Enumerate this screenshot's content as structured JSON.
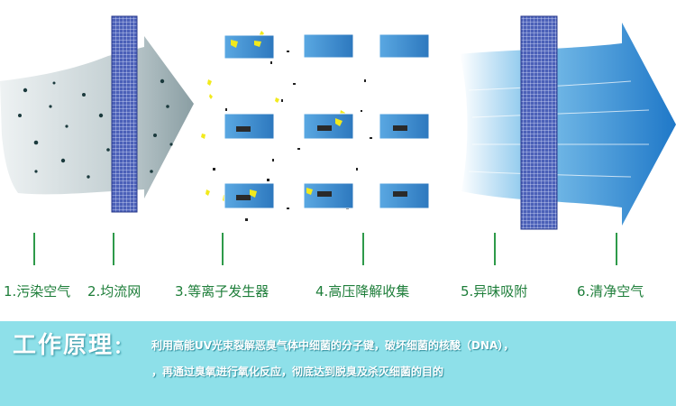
{
  "stages": [
    {
      "label": "1.污染空气"
    },
    {
      "label": "2.均流网"
    },
    {
      "label": "3.等离子发生器"
    },
    {
      "label": "4.高压降解收集"
    },
    {
      "label": "5.异味吸附"
    },
    {
      "label": "6.清净空气"
    }
  ],
  "principle": {
    "title": "工作原理",
    "colon": "：",
    "line1": "利用高能UV光束裂解恶臭气体中细菌的分子键，破坏细菌的核酸（DNA），",
    "line2": "，再通过臭氧进行氧化反应，彻底达到脱臭及杀灭细菌的目的"
  },
  "colors": {
    "label_green": "#1e7e3a",
    "marker_green": "#2e9a4a",
    "panel_cyan": "#8ee0e9",
    "mesh_blue": "#3a4fa8",
    "clean_air_blue": "#2f8fd8",
    "polluted_air_gray": "#b9c7cc",
    "plate_blue": "#3d8fd0",
    "particle_yellow": "#f2ea1c"
  },
  "icons": [
    "polluted-air-arrow-icon",
    "mesh-filter-icon",
    "plasma-particle-icon",
    "collector-plate-icon",
    "clean-air-arrow-icon"
  ]
}
